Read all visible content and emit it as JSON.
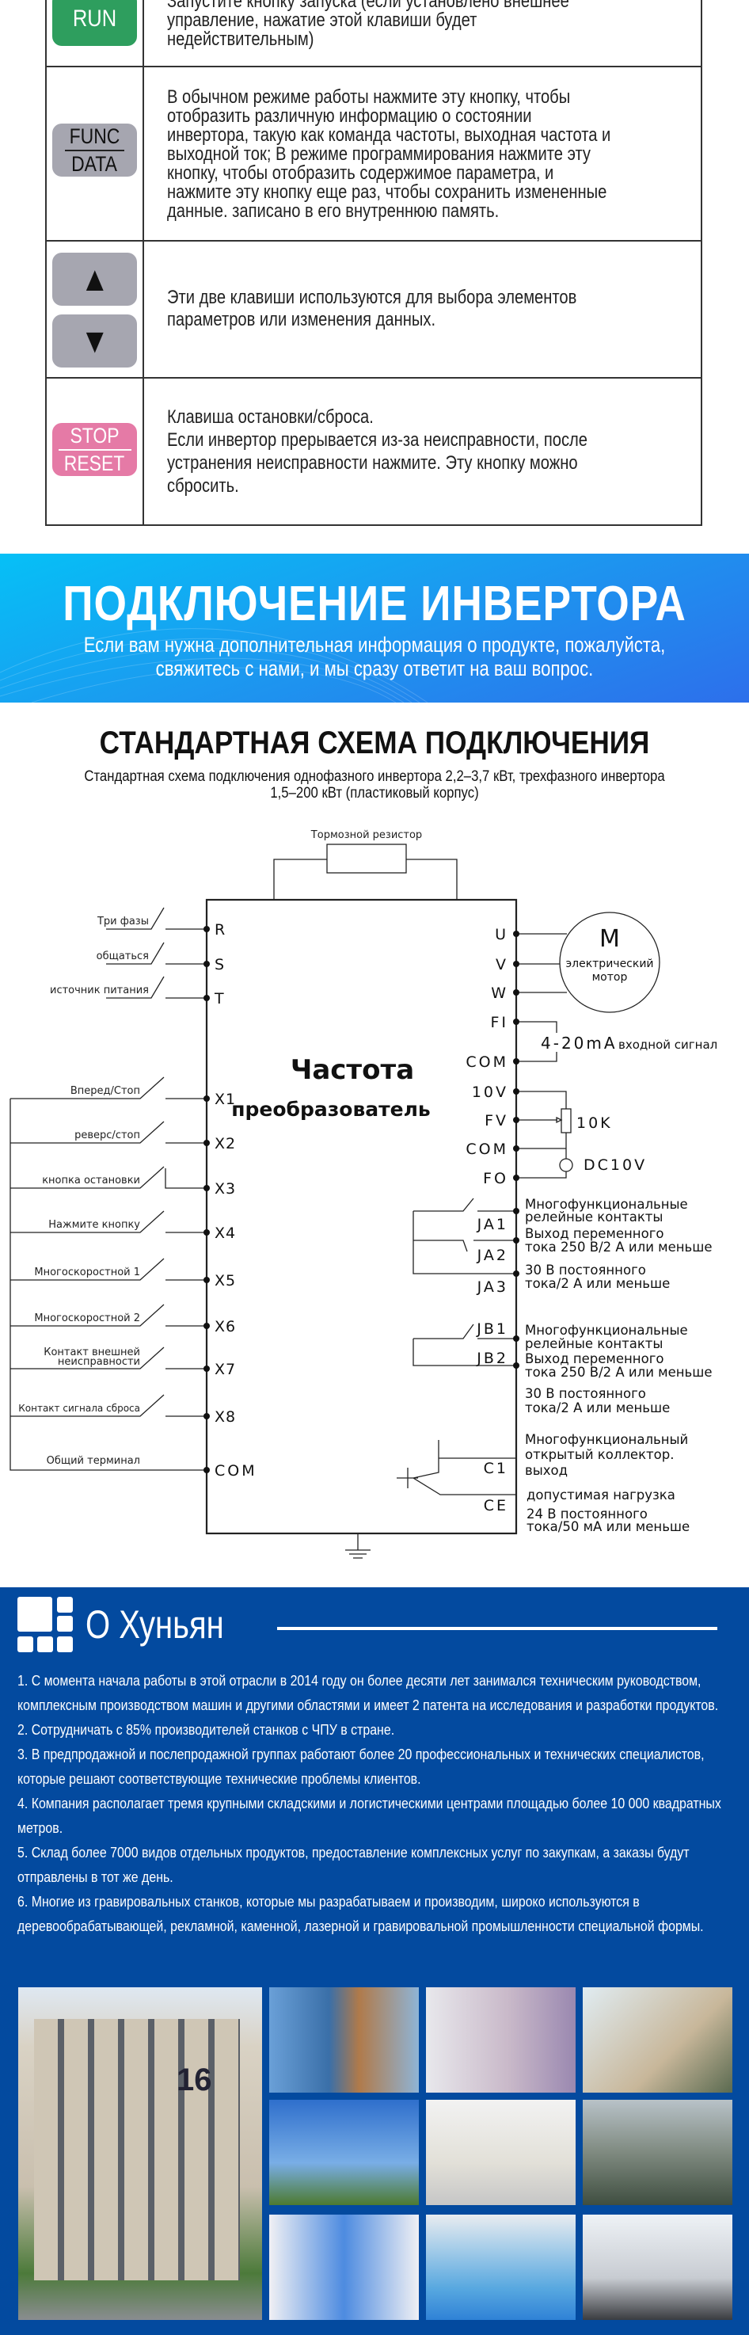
{
  "keys_table": {
    "rows": [
      {
        "key_label": [
          "RUN"
        ],
        "key_color": "#2e9e5e",
        "lines": [
          "Запустите кнопку запуска (если установлено внешнее",
          "управление, нажатие этой клавиши будет",
          "недействительным)"
        ]
      },
      {
        "key_label": [
          "FUNC",
          "DATA"
        ],
        "key_color": "#a6a6b0",
        "lines": [
          "В обычном режиме работы нажмите эту кнопку, чтобы",
          "отобразить различную информацию о состоянии",
          "инвертора, такую как команда частоты, выходная частота и",
          "выходной ток; В режиме программирования нажмите эту",
          "кнопку, чтобы отобразить содержимое параметра, и",
          "нажмите эту кнопку еще раз, чтобы сохранить измененные",
          "данные. записано в его внутреннюю память."
        ]
      },
      {
        "key_label": [
          "▲",
          "▼"
        ],
        "key_icons": [
          "arrow-up-icon",
          "arrow-down-icon"
        ],
        "key_color": "#a6a6b0",
        "lines": [
          "Эти две клавиши используются для выбора элементов",
          "параметров или изменения данных."
        ]
      },
      {
        "key_label": [
          "STOP",
          "RESET"
        ],
        "key_color": "#e57aa6",
        "lines": [
          "Клавиша остановки/сброса.",
          "Если инвертор прерывается из-за неисправности, после",
          "устранения неисправности нажмите. Эту кнопку можно",
          "сбросить."
        ]
      }
    ]
  },
  "banner": {
    "title": "ПОДКЛЮЧЕНИЕ ИНВЕРТОРА",
    "subtitle_lines": [
      "Если вам нужна дополнительная информация о продукте, пожалуйста,",
      "свяжитесь с нами, и мы сразу ответит на ваш вопрос."
    ]
  },
  "wiring": {
    "title": "СТАНДАРТНАЯ СХЕМА ПОДКЛЮЧЕНИЯ",
    "subtitle_lines": [
      "Стандартная схема подключения однофазного инвертора 2,2–3,7 кВт, трехфазного инвертора",
      "1,5–200 кВт (пластиковый корпус)"
    ],
    "diagram": {
      "brake_resistor": "Тормозной резистор",
      "center_line1": "Частота",
      "center_line2": "преобразователь",
      "power_labels": [
        "Три фазы",
        "общаться",
        "источник питания"
      ],
      "power_terminals": [
        "R",
        "S",
        "T"
      ],
      "input_labels": [
        "Вперед/Стоп",
        "реверс/стоп",
        "кнопка остановки",
        "Нажмите кнопку",
        "Многоскоростной 1",
        "Многоскоростной 2",
        "Контакт внешней",
        "неисправности",
        "Контакт сигнала сброса",
        "Общий терминал"
      ],
      "input_terminals": [
        "X1",
        "X2",
        "X3",
        "X4",
        "X5",
        "X6",
        "X7",
        "X8",
        "COM"
      ],
      "motor_letter": "M",
      "motor_label": [
        "электрический",
        "мотор"
      ],
      "output_terminals": [
        "U",
        "V",
        "W",
        "FI",
        "COM",
        "10V",
        "FV",
        "COM",
        "FO",
        "JA1",
        "JA2",
        "JA3",
        "JB1",
        "JB2",
        "C1",
        "CE"
      ],
      "analog_in": "4-20mA",
      "analog_in_desc": "входной сигнал",
      "pot": "10K",
      "dc": "DC10V",
      "ja_text": [
        "Многофункциональные",
        "релейные контакты",
        "Выход переменного",
        "тока 250 В/2 А или меньше",
        "30 В постоянного",
        "тока/2 А или меньше"
      ],
      "jb_text": [
        "Многофункциональные",
        "релейные контакты",
        "Выход переменного",
        "тока 250 В/2 А или меньше",
        "30 В постоянного",
        "тока/2 А или меньше"
      ],
      "oc_text": [
        "Многофункциональный",
        "открытый коллектор.",
        "выход",
        "допустимая нагрузка",
        "24 В постоянного",
        "тока/50 мА или меньше"
      ]
    }
  },
  "about": {
    "title": "О Хуньян",
    "paragraphs": [
      "1. С момента начала работы в этой отрасли в 2014 году он более десяти лет занимался техническим руководством, комплексным производством машин и другими областями и имеет 2 патента на исследования и разработки продуктов.",
      "2. Сотрудничать с 85% производителей станков с ЧПУ в стране.",
      "3. В предпродажной и послепродажной группах работают более 20 профессиональных и технических специалистов, которые решают соответствующие технические проблемы клиентов.",
      "4. Компания располагает тремя крупными складскими и логистическими центрами площадью более 10 000 квадратных метров.",
      "5. Склад более 7000 видов отдельных продуктов, предоставление комплексных услуг по закупкам, а заказы будут отправлены в тот же день.",
      "6. Многие из гравировальных станков, которые мы разрабатываем и производим, широко используются в деревообрабатывающей, рекламной, каменной, лазерной и гравировальной промышленности специальной формы."
    ],
    "logo_sign": "16",
    "colors": {
      "background": "#034a9f"
    }
  }
}
